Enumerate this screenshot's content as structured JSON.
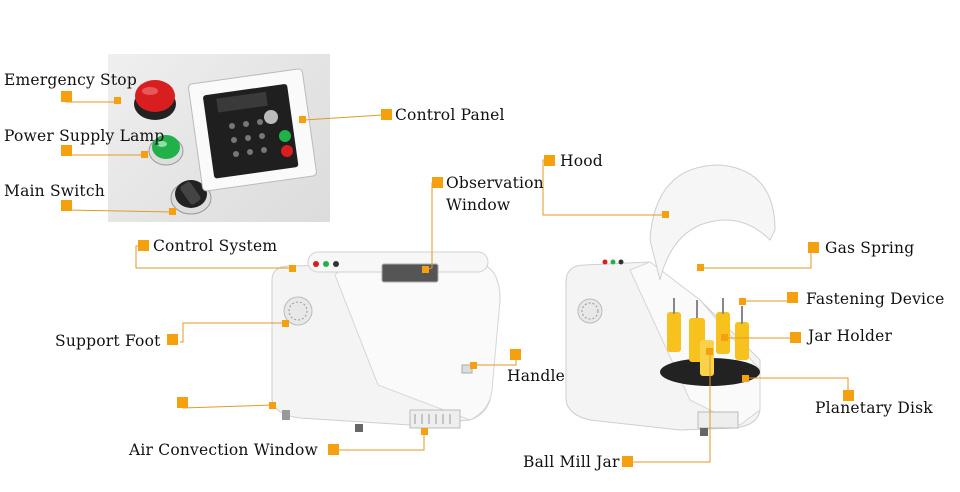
{
  "labels": {
    "emergency_stop": "Emergency Stop",
    "power_supply_lamp": "Power Supply Lamp",
    "main_switch": "Main Switch",
    "control_panel": "Control Panel",
    "observation_window": "Observation",
    "observation_window_2": "Window",
    "control_system": "Control System",
    "support_foot": "Support Foot",
    "handle": "Handle",
    "air_convection_window": "Air Convection Window",
    "hood": "Hood",
    "gas_spring": "Gas Spring",
    "fastening_device": "Fastening Device",
    "jar_holder": "Jar Holder",
    "planetary_disk": "Planetary Disk",
    "ball_mill_jar": "Ball Mill Jar"
  },
  "colors": {
    "marker": "#f5a10f",
    "leader": "#e09a2a",
    "machine_body": "#f4f4f4",
    "lamp_red": "#d81e1e",
    "lamp_green": "#22b04a",
    "jar_yellow": "#f7c21e"
  }
}
